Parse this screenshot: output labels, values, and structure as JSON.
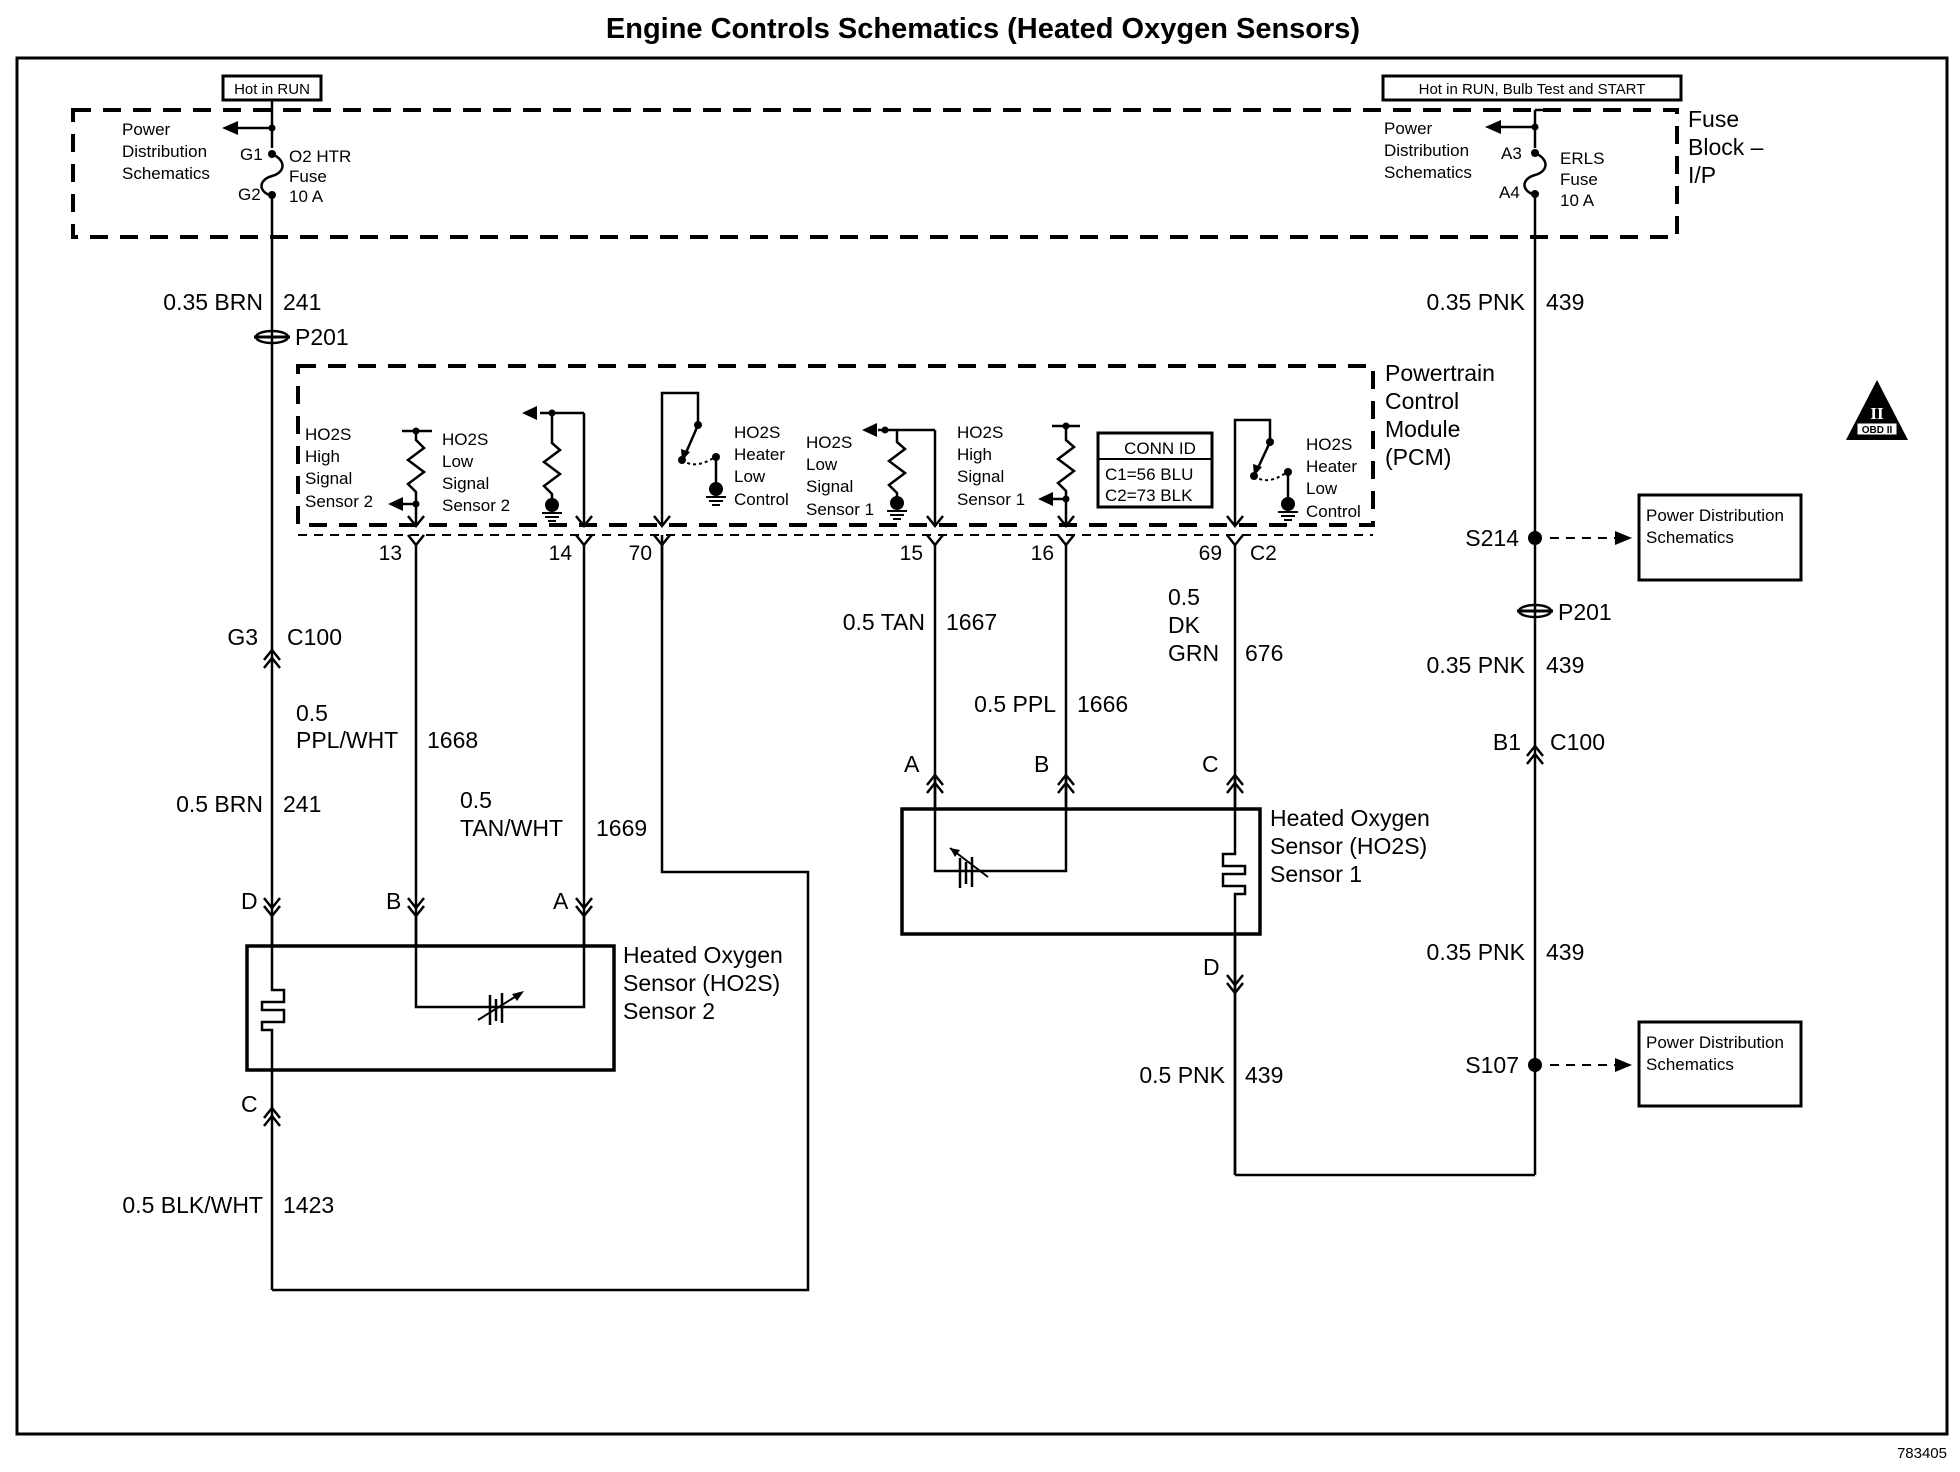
{
  "title": "Engine Controls Schematics (Heated Oxygen Sensors)",
  "figure_id": "783405",
  "fuse_block": {
    "label_lines": [
      "Fuse",
      "Block –",
      "I/P"
    ],
    "left_fuse": {
      "hot_label": "Hot in RUN",
      "pd_lines": [
        "Power",
        "Distribution",
        "Schematics"
      ],
      "pin_top": "G1",
      "pin_bottom": "G2",
      "fuse_lines": [
        "O2 HTR",
        "Fuse",
        "10 A"
      ]
    },
    "right_fuse": {
      "hot_label": "Hot in RUN, Bulb Test and START",
      "pd_lines": [
        "Power",
        "Distribution",
        "Schematics"
      ],
      "pin_top": "A3",
      "pin_bottom": "A4",
      "fuse_lines": [
        "ERLS",
        "Fuse",
        "10 A"
      ]
    }
  },
  "pcm": {
    "label_lines": [
      "Powertrain",
      "Control",
      "Module",
      "(PCM)"
    ],
    "conn_id": {
      "header": "CONN ID",
      "rows": [
        "C1=56 BLU",
        "C2=73 BLK"
      ]
    },
    "circuits": [
      {
        "label_lines": [
          "HO2S",
          "High",
          "Signal",
          "Sensor 2"
        ],
        "pin": "13"
      },
      {
        "label_lines": [
          "HO2S",
          "Low",
          "Signal",
          "Sensor 2"
        ],
        "pin": "14"
      },
      {
        "label_lines": [
          "HO2S",
          "Heater",
          "Low",
          "Control"
        ],
        "pin": "70"
      },
      {
        "label_lines": [
          "HO2S",
          "Low",
          "Signal",
          "Sensor 1"
        ],
        "pin": "15"
      },
      {
        "label_lines": [
          "HO2S",
          "High",
          "Signal",
          "Sensor 1"
        ],
        "pin": "16"
      },
      {
        "label_lines": [
          "HO2S",
          "Heater",
          "Low",
          "Control"
        ],
        "pin": "69"
      }
    ],
    "connector_label": "C2"
  },
  "wires": {
    "left_top": {
      "color": "0.35 BRN",
      "circuit": "241"
    },
    "left_passthru": "P201",
    "left_conn": {
      "pin": "G3",
      "conn": "C100"
    },
    "left_mid": {
      "color": "0.5 BRN",
      "circuit": "241"
    },
    "pin13": {
      "color_lines": [
        "0.5",
        "PPL/WHT"
      ],
      "circuit": "1668"
    },
    "pin14": {
      "color_lines": [
        "0.5",
        "TAN/WHT"
      ],
      "circuit": "1669"
    },
    "pin15": {
      "color": "0.5 TAN",
      "circuit": "1667"
    },
    "pin16": {
      "color": "0.5 PPL",
      "circuit": "1666"
    },
    "pin69": {
      "color_lines": [
        "0.5",
        "DK",
        "GRN"
      ],
      "circuit": "676"
    },
    "ground_s2": {
      "color": "0.5 BLK/WHT",
      "circuit": "1423"
    },
    "s1_heater_feed": {
      "color": "0.5 PNK",
      "circuit": "439"
    },
    "right_top": {
      "color": "0.35 PNK",
      "circuit": "439"
    },
    "right_splice1": "S214",
    "right_passthru": "P201",
    "right_mid": {
      "color": "0.35 PNK",
      "circuit": "439"
    },
    "right_conn": {
      "pin": "B1",
      "conn": "C100"
    },
    "right_low": {
      "color": "0.35 PNK",
      "circuit": "439"
    },
    "right_splice2": "S107"
  },
  "pd_refs": [
    {
      "lines": [
        "Power Distribution",
        "Schematics"
      ]
    },
    {
      "lines": [
        "Power Distribution",
        "Schematics"
      ]
    }
  ],
  "sensor2": {
    "label_lines": [
      "Heated Oxygen",
      "Sensor (HO2S)",
      "Sensor 2"
    ],
    "pins": {
      "d": "D",
      "b": "B",
      "a": "A",
      "c": "C"
    }
  },
  "sensor1": {
    "label_lines": [
      "Heated Oxygen",
      "Sensor (HO2S)",
      "Sensor 1"
    ],
    "pins": {
      "a": "A",
      "b": "B",
      "c": "C",
      "d": "D"
    }
  },
  "obd_badge": {
    "numeral": "II",
    "text": "OBD II"
  }
}
